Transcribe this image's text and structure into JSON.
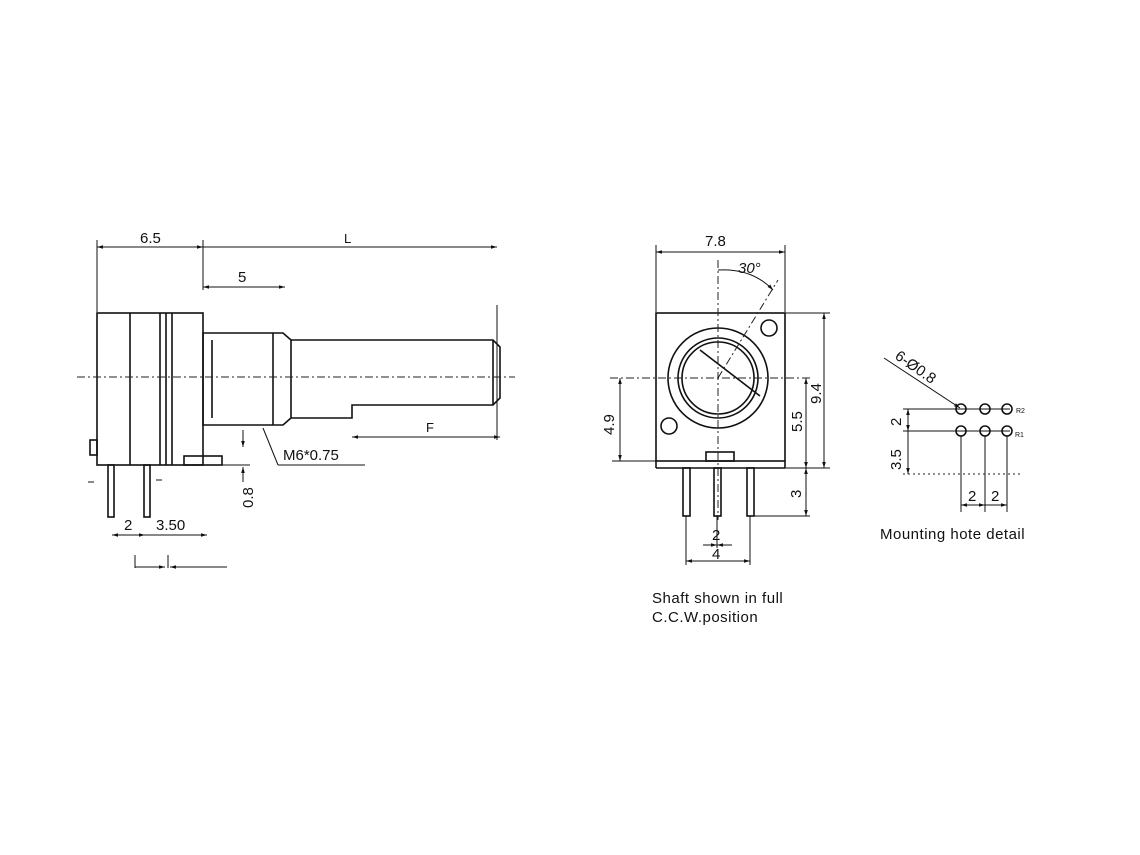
{
  "side_view": {
    "dim_body": "6.5",
    "dim_length": "L",
    "dim_bushing": "5",
    "dim_flat": "F",
    "thread": "M6*0.75",
    "dim_offset": "0.8",
    "dim_pin_pitch": "2",
    "dim_pin_spacing": "3.50"
  },
  "front_view": {
    "dim_width": "7.8",
    "angle": "30°",
    "dim_center_height": "4.9",
    "dim_total_height": "9.4",
    "dim_pin_height": "5.5",
    "dim_pin_length": "3",
    "dim_pitch": "2",
    "dim_span": "4",
    "caption_line1": "Shaft shown in full",
    "caption_line2": "C.C.W.position"
  },
  "mounting_detail": {
    "hole_spec": "6-Ø0.8",
    "dim_row_gap": "2",
    "dim_offset": "3.5",
    "dim_pitch_1": "2",
    "dim_pitch_2": "2",
    "label_r2": "R2",
    "label_r1": "R1",
    "caption": "Mounting hote detail"
  }
}
